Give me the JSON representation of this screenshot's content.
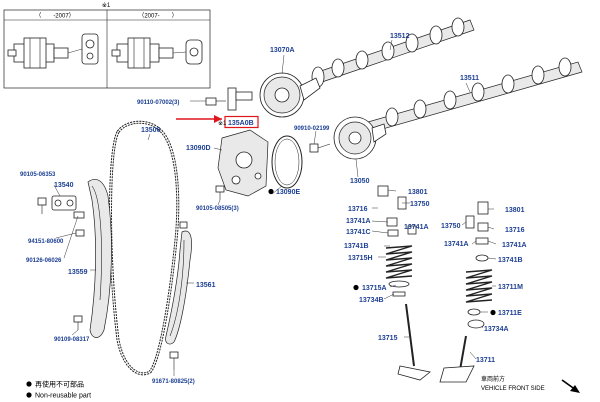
{
  "inset": {
    "mark": "※1",
    "col1": "（　　-2007）",
    "col2": "（2007-　　）"
  },
  "callouts": {
    "c13070A": "13070A",
    "c13512": "13512",
    "c13511": "13511",
    "c90110_07002": "90110-07002",
    "c90110_qty": "(3)",
    "c135A0B_mark": "※1",
    "c135A0B": "135A0B",
    "c13506": "13506",
    "c13090D": "13090D",
    "c90910_02199": "90910-02199",
    "c13090E": "13090E",
    "c13050": "13050",
    "c90105_08505": "90105-08505",
    "c90105_qty": "(3)",
    "c90105_06353": "90105-06353",
    "c13540": "13540",
    "c94151_80600": "94151-80600",
    "c90126_06026": "90126-06026",
    "c13559": "13559",
    "c13561": "13561",
    "c90109_08317": "90109-08317",
    "c91671_80825": "91671-80825",
    "c91671_qty": "(2)",
    "c13801_l": "13801",
    "c13716_l": "13716",
    "c13750_l": "13750",
    "c13741A_l": "13741A",
    "c13741C_l": "13741C",
    "c13741A_l2": "13741A",
    "c13741B_l": "13741B",
    "c13715H": "13715H",
    "c13715A": "13715A",
    "c13734B": "13734B",
    "c13715": "13715",
    "c13750_r": "13750",
    "c13801_r": "13801",
    "c13716_r": "13716",
    "c13741A_r": "13741A",
    "c13741A_r2": "13741A",
    "c13741B_r": "13741B",
    "c13711M": "13711M",
    "c13711E": "13711E",
    "c13734A": "13734A",
    "c13711": "13711"
  },
  "legend": {
    "line1": "再使用不可部品",
    "line2": "Non-reusable part"
  },
  "direction": {
    "jp": "車両前方",
    "en": "VEHICLE FRONT SIDE"
  },
  "colors": {
    "callout": "#1c3f94",
    "highlight": "#e0141b"
  }
}
